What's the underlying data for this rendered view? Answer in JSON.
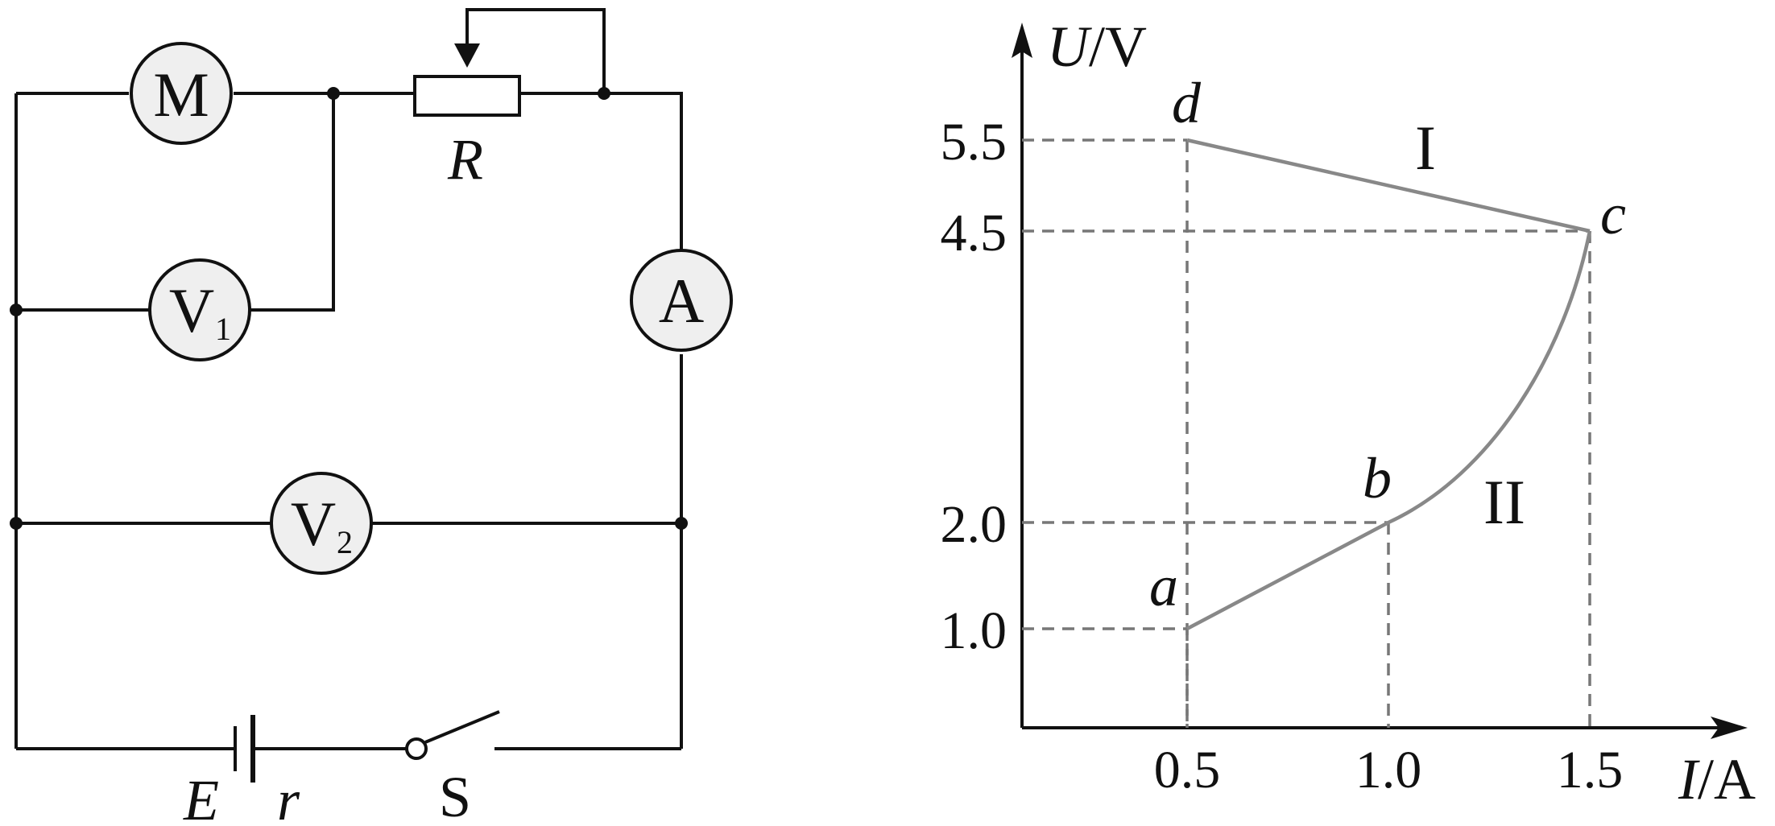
{
  "circuit": {
    "motor_label": "M",
    "ammeter_label": "A",
    "voltmeter1": {
      "symbol": "V",
      "subscript": "1"
    },
    "voltmeter2": {
      "symbol": "V",
      "subscript": "2"
    },
    "rheostat_label": "R",
    "emf_label": "E",
    "internal_resistance_label": "r",
    "switch_label": "S"
  },
  "graph": {
    "y_axis_label": {
      "symbol": "U",
      "unit": "/V"
    },
    "x_axis_label": {
      "symbol": "I",
      "unit": "/A"
    },
    "points": {
      "a": {
        "label": "a",
        "I": 0.5,
        "U": 1.0
      },
      "b": {
        "label": "b",
        "I": 1.0,
        "U": 2.0
      },
      "c": {
        "label": "c",
        "I": 1.5,
        "U": 4.5
      },
      "d": {
        "label": "d",
        "I": 0.5,
        "U": 5.5
      }
    },
    "line_labels": {
      "line1": "I",
      "line2": "II"
    }
  },
  "chart_data": {
    "type": "line",
    "xlabel": "I/A",
    "ylabel": "U/V",
    "x_ticks": [
      "0.5",
      "1.0",
      "1.5"
    ],
    "y_ticks": [
      "1.0",
      "2.0",
      "4.5",
      "5.5"
    ],
    "series": [
      {
        "name": "I",
        "x": [
          0.5,
          1.5
        ],
        "y": [
          5.5,
          4.5
        ]
      },
      {
        "name": "II",
        "x": [
          0.5,
          1.0,
          1.5
        ],
        "y": [
          1.0,
          2.0,
          4.5
        ]
      }
    ],
    "grid": false,
    "line_color": "#888888"
  }
}
